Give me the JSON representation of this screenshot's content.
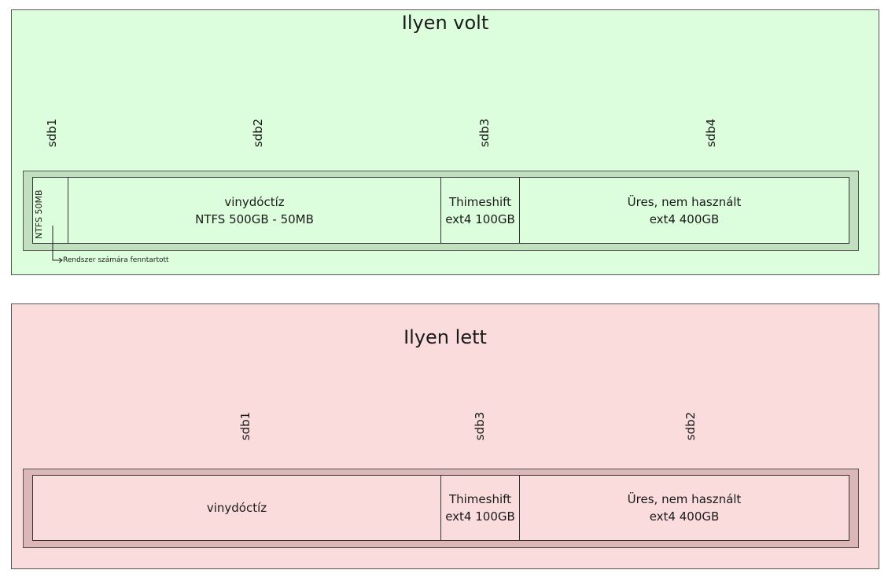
{
  "before": {
    "title": "Ilyen volt",
    "labels": [
      "sdb1",
      "sdb2",
      "sdb3",
      "sdb4"
    ],
    "small_partition": "NTFS 50MB",
    "partitions": [
      {
        "line1": "vinydóctíz",
        "line2": "NTFS 500GB - 50MB"
      },
      {
        "line1": "Thimeshift",
        "line2": "ext4 100GB"
      },
      {
        "line1": "Üres, nem használt",
        "line2": "ext4 400GB"
      }
    ],
    "note": "Rendszer számára fenntartott",
    "colors": {
      "panel": "#ddfedd",
      "disk": "#c0e0c0"
    }
  },
  "after": {
    "title": "Ilyen lett",
    "labels": [
      "sdb1",
      "sdb3",
      "sdb2"
    ],
    "partitions": [
      {
        "line1": "vinydóctíz",
        "line2": ""
      },
      {
        "line1": "Thimeshift",
        "line2": "ext4 100GB"
      },
      {
        "line1": "Üres, nem használt",
        "line2": "ext4 400GB"
      }
    ],
    "colors": {
      "panel": "#fadcdc",
      "disk": "#dcb7b7"
    }
  }
}
